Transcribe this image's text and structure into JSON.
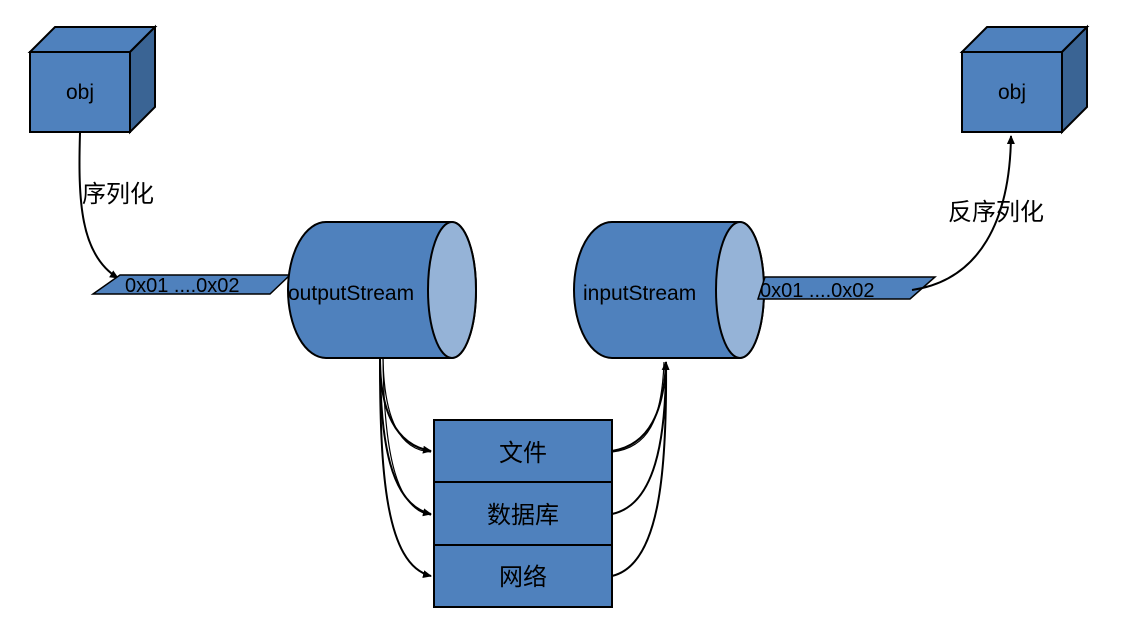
{
  "colors": {
    "fill": "#4f81bd",
    "fill_dark": "#3a6494",
    "fill_light": "#95b3d7",
    "stroke": "#000000"
  },
  "source_object": {
    "label": "obj"
  },
  "target_object": {
    "label": "obj"
  },
  "serialize_label": "序列化",
  "deserialize_label": "反序列化",
  "output_bytes": "0x01 ....0x02",
  "input_bytes": "0x01 ....0x02",
  "output_stream": {
    "label": "outputStream"
  },
  "input_stream": {
    "label": "inputStream"
  },
  "storage": [
    "文件",
    "数据库",
    "网络"
  ]
}
